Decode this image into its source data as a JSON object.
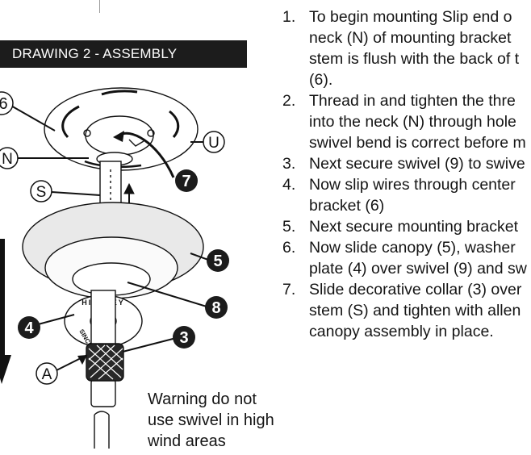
{
  "banner": {
    "title": "DRAWING 2 - ASSEMBLY"
  },
  "instructions": [
    {
      "num": "1.",
      "text": "To begin mounting Slip end o\nneck (N) of mounting bracket\nstem is flush with the back of t\n(6)."
    },
    {
      "num": "2.",
      "text": "Thread in and tighten the thre\ninto the neck (N) through hole\nswivel bend is correct before m"
    },
    {
      "num": "3.",
      "text": "Next secure swivel (9) to swive"
    },
    {
      "num": "4.",
      "text": "Now slip wires through center\nbracket (6)"
    },
    {
      "num": "5.",
      "text": "Next secure mounting bracket"
    },
    {
      "num": "6.",
      "text": "Now slide canopy (5),  washer\nplate (4) over swivel (9) and sw"
    },
    {
      "num": "7.",
      "text": "Slide decorative collar (3) over\nstem (S) and tighten with allen\ncanopy assembly in place."
    }
  ],
  "warning": {
    "text": "Warning do not\nuse swivel in high\nwind areas"
  },
  "callouts": {
    "six": "6",
    "n": "N",
    "u": "U",
    "seven": "7",
    "s": "S",
    "five": "5",
    "eight": "8",
    "four": "4",
    "three": "3",
    "a": "A"
  },
  "washer_text": {
    "brand": "HINKLEY",
    "since": "SINCE"
  },
  "colors": {
    "banner_bg": "#1c1c1c",
    "ink": "#111111",
    "callout_fill": "#1c1c1c"
  }
}
